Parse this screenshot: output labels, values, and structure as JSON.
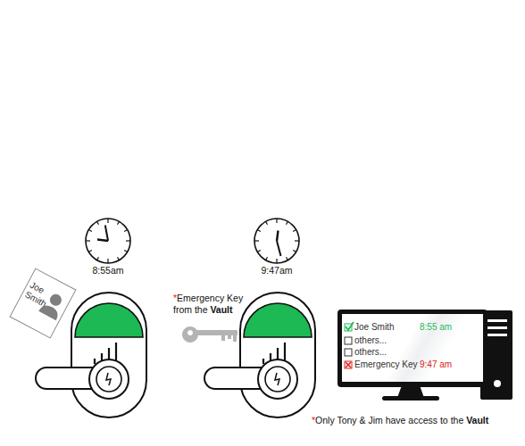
{
  "diagram": {
    "nodes": [
      {
        "text": [
          "Joe Smith"
        ]
      },
      {
        "text": [
          "Joe Smith",
          "8:55 am",
          "others...",
          "others...",
          "Emergency Key",
          "9:47 am"
        ]
      }
    ],
    "labels": [
      "8:55am",
      "*Emergency Key from the Vault",
      "9:47am",
      "*Only Tony & Jim have access to the Vault"
    ]
  }
}
